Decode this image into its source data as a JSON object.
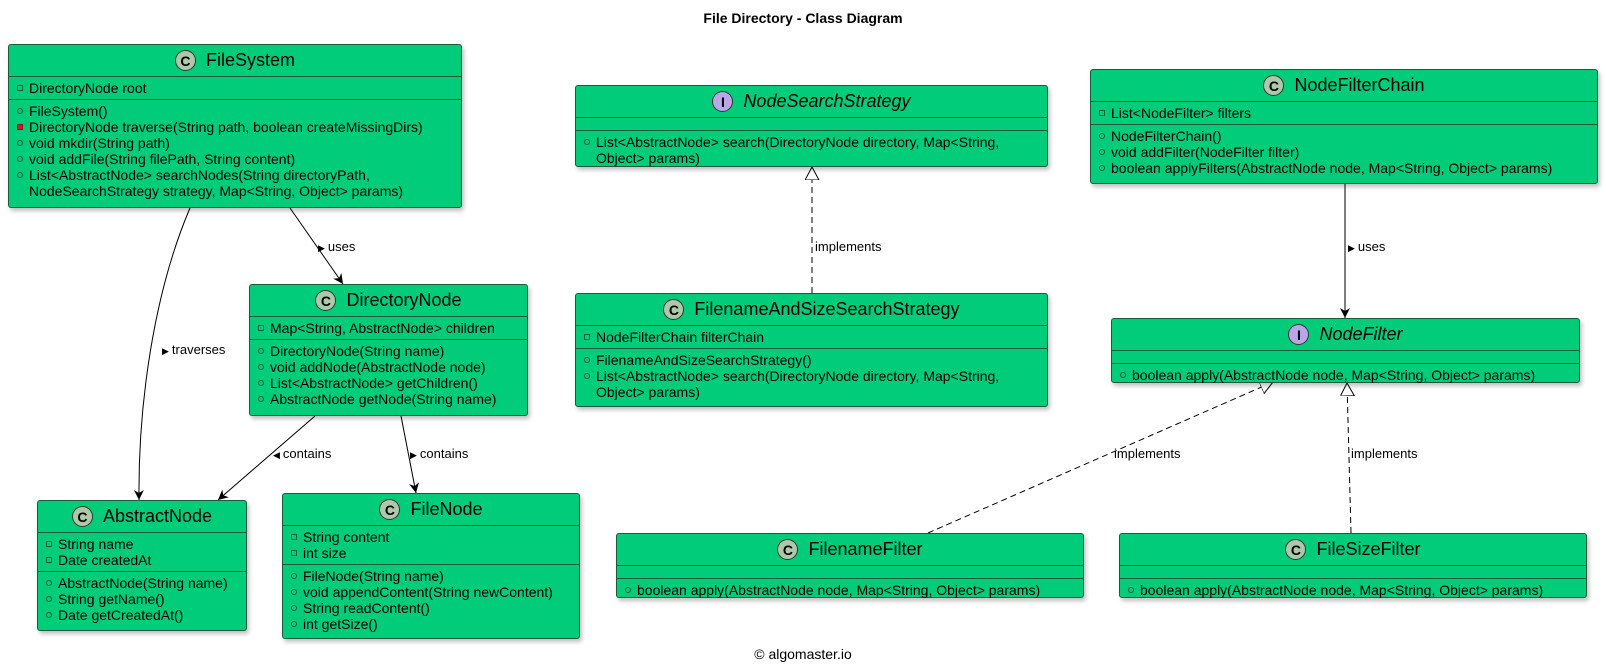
{
  "diagram": {
    "title": "File Directory - Class Diagram",
    "footer": "© algomaster.io"
  },
  "classes": {
    "FileSystem": {
      "stereotype": "C",
      "name": "FileSystem",
      "fields": [
        {
          "vis": "private",
          "text": "DirectoryNode root"
        }
      ],
      "methods": [
        {
          "vis": "public",
          "text": "FileSystem()"
        },
        {
          "vis": "private",
          "text": "DirectoryNode traverse(String path, boolean createMissingDirs)"
        },
        {
          "vis": "public",
          "text": "void mkdir(String path)"
        },
        {
          "vis": "public",
          "text": "void addFile(String filePath, String content)"
        },
        {
          "vis": "public",
          "text": "List<AbstractNode> searchNodes(String directoryPath, NodeSearchStrategy strategy, Map<String, Object> params)"
        }
      ]
    },
    "DirectoryNode": {
      "stereotype": "C",
      "name": "DirectoryNode",
      "fields": [
        {
          "vis": "private",
          "text": "Map<String, AbstractNode> children"
        }
      ],
      "methods": [
        {
          "vis": "public",
          "text": "DirectoryNode(String name)"
        },
        {
          "vis": "public",
          "text": "void addNode(AbstractNode node)"
        },
        {
          "vis": "public",
          "text": "List<AbstractNode> getChildren()"
        },
        {
          "vis": "public",
          "text": "AbstractNode getNode(String name)"
        }
      ]
    },
    "AbstractNode": {
      "stereotype": "C",
      "name": "AbstractNode",
      "fields": [
        {
          "vis": "private",
          "text": "String name"
        },
        {
          "vis": "private",
          "text": "Date createdAt"
        }
      ],
      "methods": [
        {
          "vis": "public",
          "text": "AbstractNode(String name)"
        },
        {
          "vis": "public",
          "text": "String getName()"
        },
        {
          "vis": "public",
          "text": "Date getCreatedAt()"
        }
      ]
    },
    "FileNode": {
      "stereotype": "C",
      "name": "FileNode",
      "fields": [
        {
          "vis": "private",
          "text": "String content"
        },
        {
          "vis": "private",
          "text": "int size"
        }
      ],
      "methods": [
        {
          "vis": "public",
          "text": "FileNode(String name)"
        },
        {
          "vis": "public",
          "text": "void appendContent(String newContent)"
        },
        {
          "vis": "public",
          "text": "String readContent()"
        },
        {
          "vis": "public",
          "text": "int getSize()"
        }
      ]
    },
    "NodeSearchStrategy": {
      "stereotype": "I",
      "name": "NodeSearchStrategy",
      "fields": [],
      "methods": [
        {
          "vis": "public",
          "text": "List<AbstractNode> search(DirectoryNode directory, Map<String, Object> params)"
        }
      ]
    },
    "FilenameAndSizeSearchStrategy": {
      "stereotype": "C",
      "name": "FilenameAndSizeSearchStrategy",
      "fields": [
        {
          "vis": "private",
          "text": "NodeFilterChain filterChain"
        }
      ],
      "methods": [
        {
          "vis": "public",
          "text": "FilenameAndSizeSearchStrategy()"
        },
        {
          "vis": "public",
          "text": "List<AbstractNode> search(DirectoryNode directory, Map<String, Object> params)"
        }
      ]
    },
    "NodeFilterChain": {
      "stereotype": "C",
      "name": "NodeFilterChain",
      "fields": [
        {
          "vis": "private",
          "text": "List<NodeFilter> filters"
        }
      ],
      "methods": [
        {
          "vis": "public",
          "text": "NodeFilterChain()"
        },
        {
          "vis": "public",
          "text": "void addFilter(NodeFilter filter)"
        },
        {
          "vis": "public",
          "text": "boolean applyFilters(AbstractNode node, Map<String, Object> params)"
        }
      ]
    },
    "NodeFilter": {
      "stereotype": "I",
      "name": "NodeFilter",
      "fields": [],
      "methods": [
        {
          "vis": "public",
          "text": "boolean apply(AbstractNode node, Map<String, Object> params)"
        }
      ]
    },
    "FilenameFilter": {
      "stereotype": "C",
      "name": "FilenameFilter",
      "fields": [],
      "methods": [
        {
          "vis": "public",
          "text": "boolean apply(AbstractNode node, Map<String, Object> params)"
        }
      ]
    },
    "FileSizeFilter": {
      "stereotype": "C",
      "name": "FileSizeFilter",
      "fields": [],
      "methods": [
        {
          "vis": "public",
          "text": "boolean apply(AbstractNode node, Map<String, Object> params)"
        }
      ]
    }
  },
  "edges": {
    "fs_uses_dir": {
      "label": "uses",
      "arrow": "▶"
    },
    "fs_traverses_abstract": {
      "label": "traverses",
      "arrow": "▶"
    },
    "dir_contains_abstract": {
      "label": "contains",
      "arrow": "◀"
    },
    "dir_contains_file": {
      "label": "contains",
      "arrow": "▶"
    },
    "strategy_implements": {
      "label": "implements"
    },
    "chain_uses_filter": {
      "label": "uses",
      "arrow": "▶"
    },
    "filenamefilter_implements": {
      "label": "implements"
    },
    "filesizefilter_implements": {
      "label": "implements"
    }
  },
  "colors": {
    "class_fill": "#00cc7a",
    "class_border": "#1c5a3c",
    "class_badge": "#adc9a9",
    "interface_badge": "#b9a5e8",
    "private_method_marker": "#c8202a"
  }
}
